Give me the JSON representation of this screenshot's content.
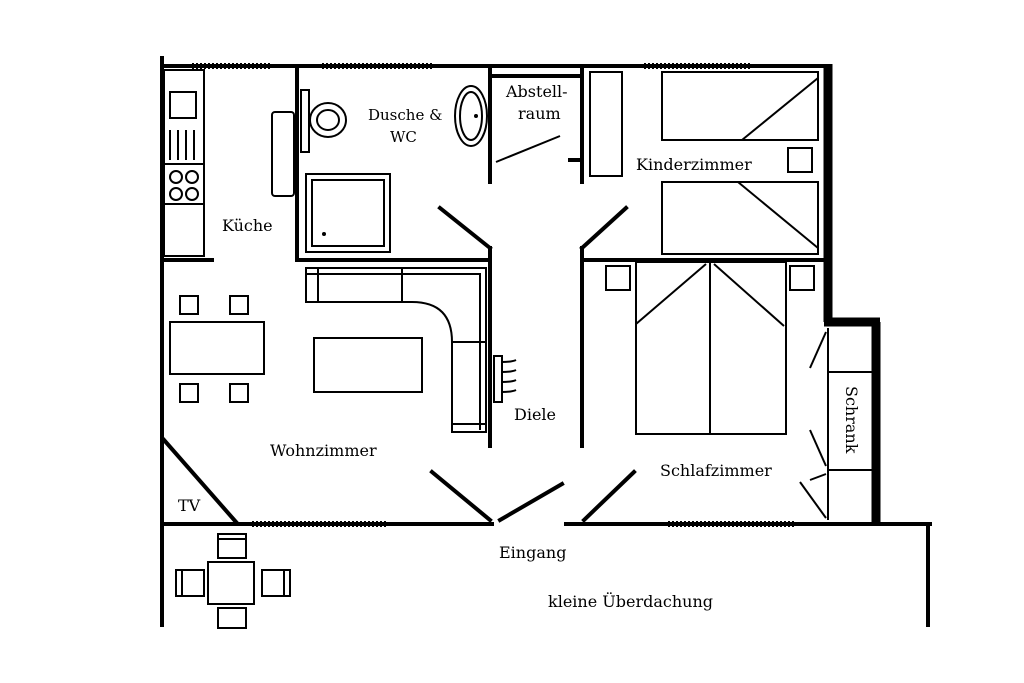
{
  "rooms": {
    "kitchen": "Küche",
    "bathroom_line1": "Dusche &",
    "bathroom_line2": "WC",
    "storage_line1": "Abstell-",
    "storage_line2": "raum",
    "kids_room": "Kinderzimmer",
    "hallway": "Diele",
    "living_room": "Wohnzimmer",
    "bedroom": "Schlafzimmer",
    "wardrobe": "Schrank",
    "tv": "TV",
    "entrance": "Eingang",
    "canopy": "kleine Überdachung"
  }
}
